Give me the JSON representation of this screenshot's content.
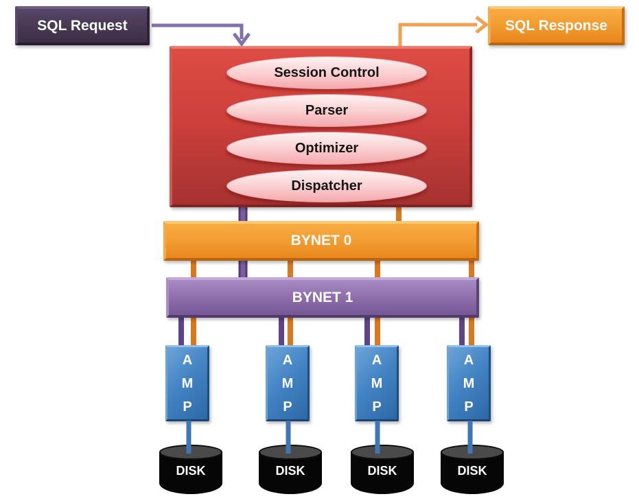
{
  "request_box": {
    "label": "SQL Request"
  },
  "response_box": {
    "label": "SQL Response"
  },
  "parsing_engine": {
    "components": [
      "Session Control",
      "Parser",
      "Optimizer",
      "Dispatcher"
    ]
  },
  "bynet": {
    "bynet0_label": "BYNET 0",
    "bynet1_label": "BYNET 1"
  },
  "amps": {
    "letters": [
      "A",
      "M",
      "P"
    ],
    "count": 4
  },
  "disks": {
    "label": "DISK",
    "count": 4
  },
  "colors": {
    "request_box": "#473852",
    "response_box": "#F09A2E",
    "parsing_engine": "#CE403C",
    "component_ellipse": "#FACDCF",
    "bynet0": "#F29D32",
    "bynet1": "#8E6FAC",
    "amp": "#4384C4",
    "disk": "#060606",
    "purple_link": "#5E4387",
    "orange_link": "#D9781C",
    "blue_link": "#3E76B6",
    "request_arrow": "#8172AE",
    "response_arrow": "#F0A04E"
  }
}
